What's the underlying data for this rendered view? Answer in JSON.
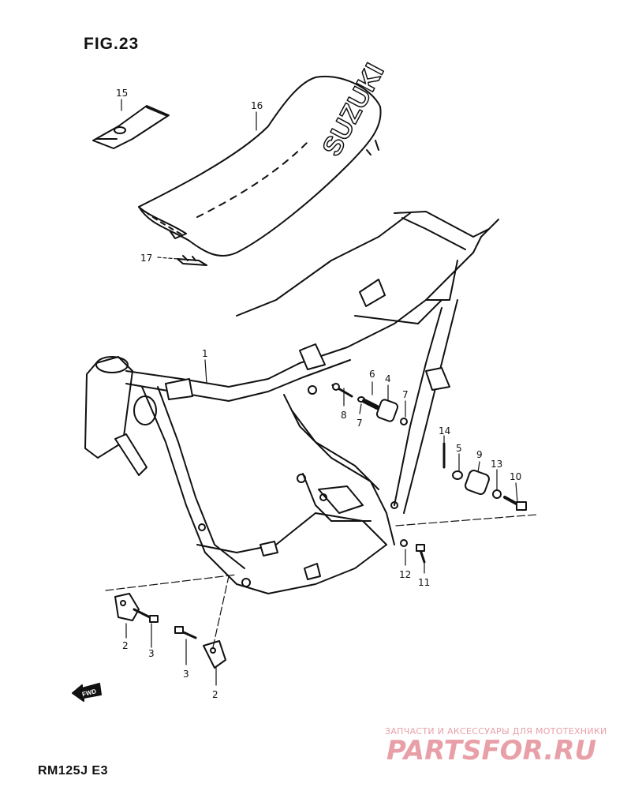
{
  "figure": {
    "title": "FIG.23",
    "model": "RM125J E3"
  },
  "seat_brand": "SUZUKI",
  "fwd_label": "FWD",
  "callouts": [
    {
      "id": "c15",
      "text": "15"
    },
    {
      "id": "c16",
      "text": "16"
    },
    {
      "id": "c17",
      "text": "17"
    },
    {
      "id": "c1",
      "text": "1"
    },
    {
      "id": "c6",
      "text": "6"
    },
    {
      "id": "c4",
      "text": "4"
    },
    {
      "id": "c8",
      "text": "8"
    },
    {
      "id": "c7a",
      "text": "7"
    },
    {
      "id": "c7b",
      "text": "7"
    },
    {
      "id": "c14",
      "text": "14"
    },
    {
      "id": "c5",
      "text": "5"
    },
    {
      "id": "c9",
      "text": "9"
    },
    {
      "id": "c13",
      "text": "13"
    },
    {
      "id": "c10",
      "text": "10"
    },
    {
      "id": "c12",
      "text": "12"
    },
    {
      "id": "c11",
      "text": "11"
    },
    {
      "id": "c2a",
      "text": "2"
    },
    {
      "id": "c3a",
      "text": "3"
    },
    {
      "id": "c3b",
      "text": "3"
    },
    {
      "id": "c2b",
      "text": "2"
    }
  ],
  "watermark": {
    "caption": "ЗАПЧАСТИ И АКСЕССУАРЫ ДЛЯ МОТОТЕХНИКИ",
    "logo_text": "PARTSFOR.RU",
    "color": "#e8a0a8"
  }
}
